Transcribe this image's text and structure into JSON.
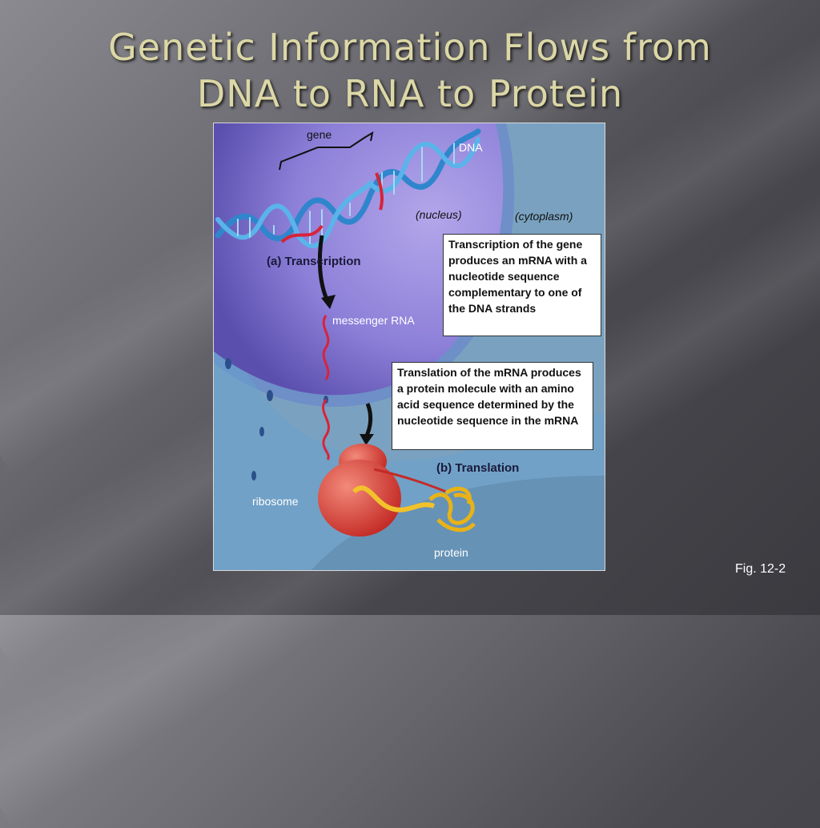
{
  "slide": {
    "title_line1": "Genetic Information Flows from",
    "title_line2": "DNA to RNA to Protein",
    "fig_label": "Fig. 12-2",
    "colors": {
      "title": "#dcd7a6",
      "background": "#55555a"
    }
  },
  "diagram": {
    "labels": {
      "gene": "gene",
      "dna": "DNA",
      "nucleus": "nucleus",
      "cytoplasm": "cytoplasm",
      "transcription": "(a) Transcription",
      "messenger_rna": "messenger RNA",
      "translation": "(b) Translation",
      "ribosome": "ribosome",
      "protein": "protein"
    },
    "callouts": {
      "transcription_text": "Transcription of the gene produces an mRNA with a nucleotide sequence complementary to one of the DNA strands",
      "translation_text": "Translation of the mRNA produces a protein molecule with an amino acid sequence determined by the nucleotide sequence in the mRNA"
    },
    "colors": {
      "nucleus": "#8e82d6",
      "cytoplasm": "#7ea7c4",
      "dna": "#3a9ad8",
      "mrna": "#d8233a",
      "ribosome": "#d9433a",
      "protein": "#f2c22a"
    }
  }
}
